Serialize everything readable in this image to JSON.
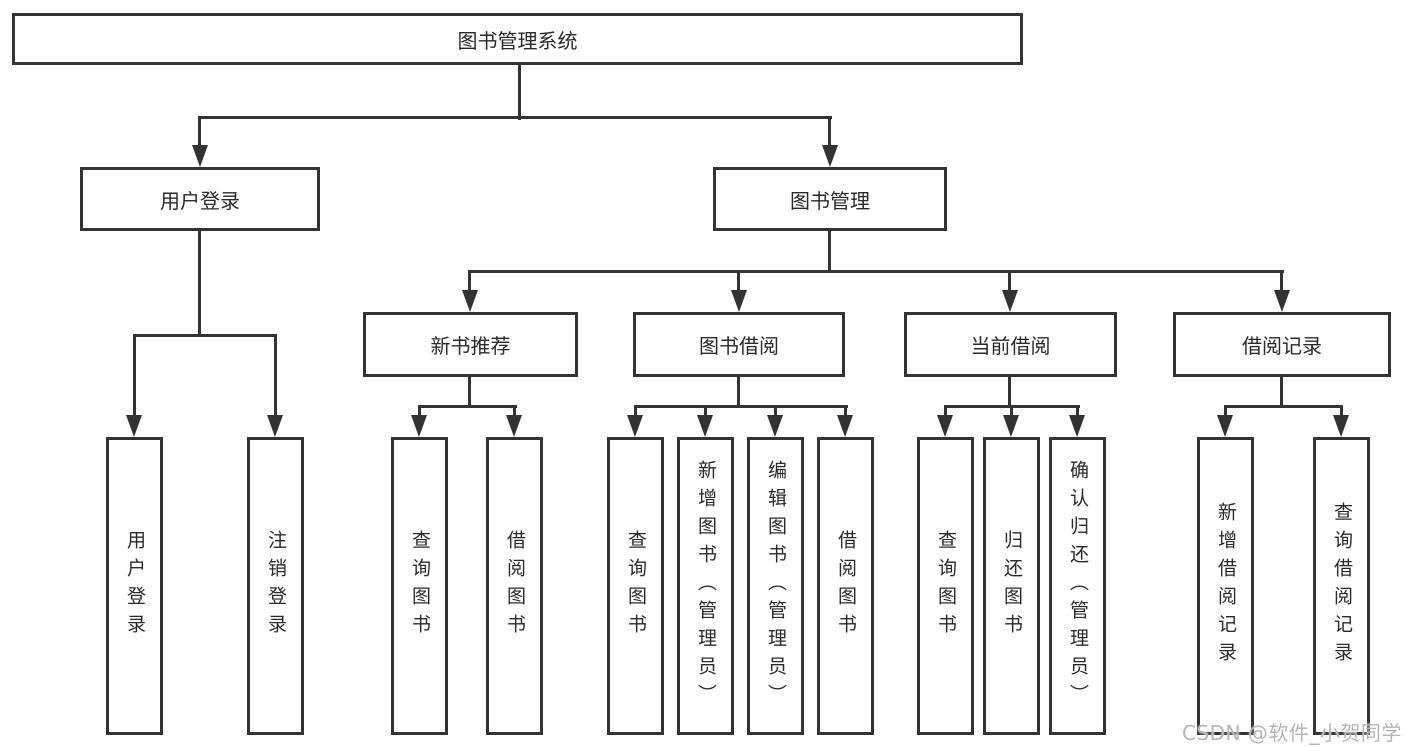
{
  "diagram": {
    "title": "图书管理系统",
    "colors": {
      "line": "#333333",
      "box_fill": "#ffffff",
      "background": "#ffffff",
      "text": "#2a2a2a",
      "watermark": "#b2b6b9"
    },
    "nodes": {
      "root": {
        "label": "图书管理系统"
      },
      "user_login": {
        "label": "用户登录"
      },
      "book_management": {
        "label": "图书管理"
      },
      "new_book_recommend": {
        "label": "新书推荐"
      },
      "book_borrow": {
        "label": "图书借阅"
      },
      "current_borrow": {
        "label": "当前借阅"
      },
      "borrow_records": {
        "label": "借阅记录"
      },
      "leaf_user_login": {
        "label": "用户登录"
      },
      "leaf_logout": {
        "label": "注销登录"
      },
      "leaf_rec_query_book": {
        "label": "查询图书"
      },
      "leaf_rec_borrow_book": {
        "label": "借阅图书"
      },
      "leaf_bor_query_book": {
        "label": "查询图书"
      },
      "leaf_bor_add_book": {
        "label": "新增图书（管理员）"
      },
      "leaf_bor_edit_book": {
        "label": "编辑图书（管理员）"
      },
      "leaf_bor_borrow_book": {
        "label": "借阅图书"
      },
      "leaf_cur_query_book": {
        "label": "查询图书"
      },
      "leaf_cur_return_book": {
        "label": "归还图书"
      },
      "leaf_cur_confirm_return": {
        "label": "确认归还（管理员）"
      },
      "leaf_log_add_record": {
        "label": "新增借阅记录"
      },
      "leaf_log_query_record": {
        "label": "查询借阅记录"
      }
    },
    "watermark": "CSDN @软件_小贺同学"
  }
}
